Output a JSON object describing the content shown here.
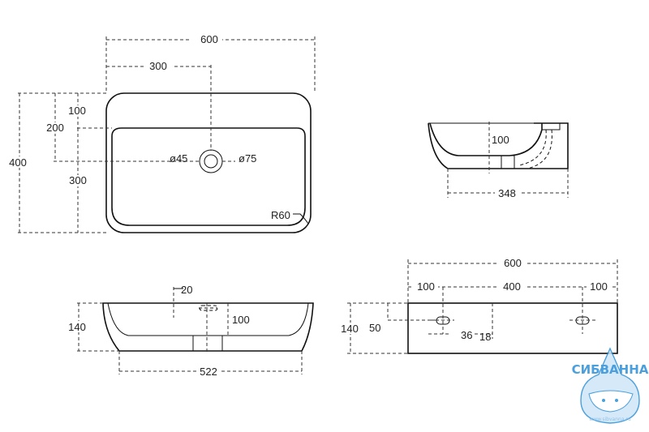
{
  "top_view": {
    "width_label": "600",
    "center_offset_label": "300",
    "depth_label": "400",
    "drain_offset_label": "200",
    "rim_label": "100",
    "front_label": "300",
    "drain_inner_label": "ø45",
    "drain_outer_label": "ø75",
    "radius_label": "R60"
  },
  "side_section": {
    "depth_label": "348",
    "bowl_depth_label": "100"
  },
  "front_section": {
    "height_label": "140",
    "wall_label": "20",
    "bowl_depth_label": "100",
    "base_width_label": "522"
  },
  "rear_view": {
    "width_label": "600",
    "left_label": "100",
    "middle_label": "400",
    "right_label": "100",
    "height_label": "140",
    "hole_height_label": "50",
    "hole_width_label": "36",
    "hole_gap_label": "18"
  },
  "watermark": {
    "brand": "СИБВАННА",
    "url": "www.sibvanna.ru",
    "accent": "#2b8fd6"
  }
}
